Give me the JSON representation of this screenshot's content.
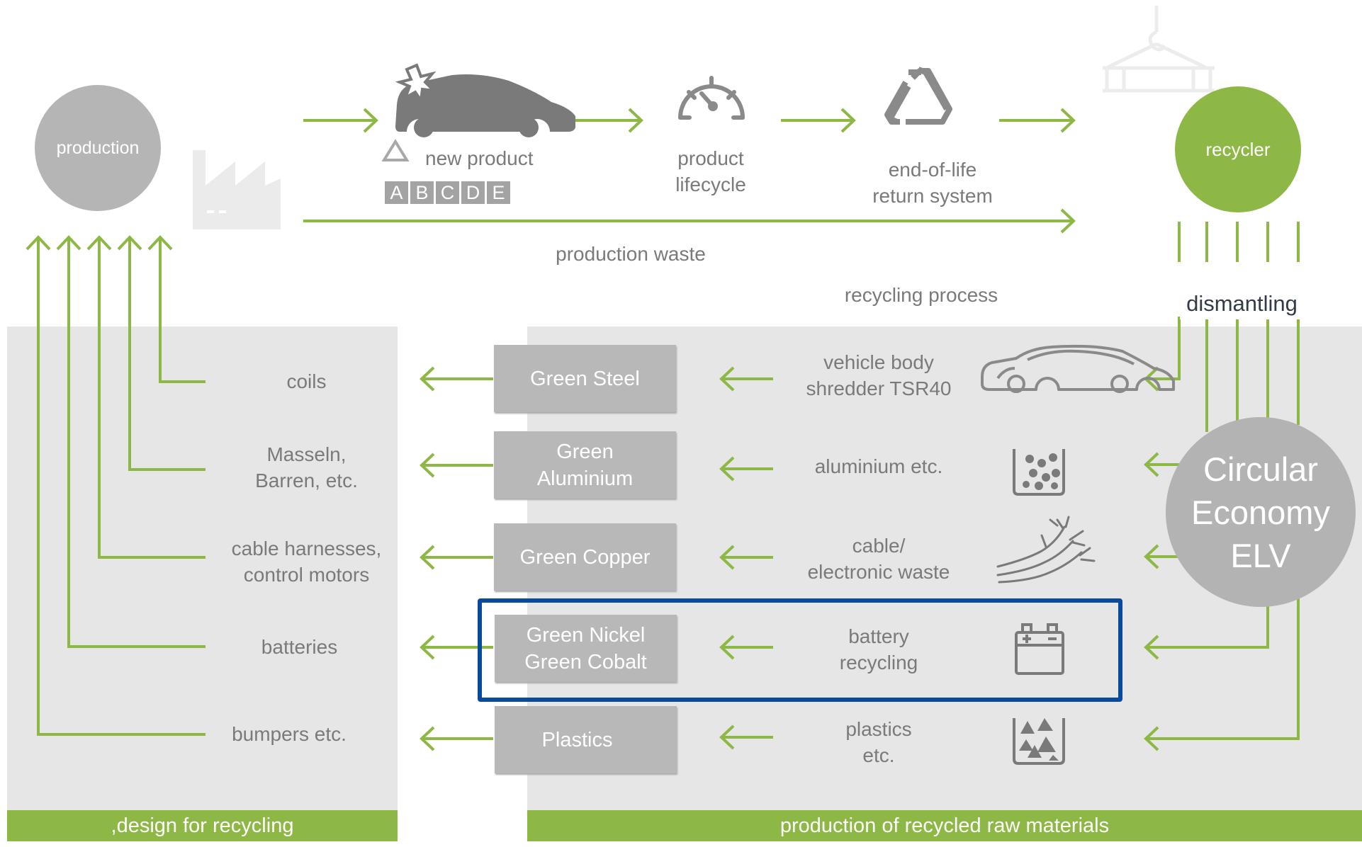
{
  "top_flow": {
    "production": "production",
    "new_product": "new product",
    "energy_rating_letters": [
      "A",
      "B",
      "C",
      "D",
      "E"
    ],
    "product_lifecycle": [
      "product",
      "lifecycle"
    ],
    "end_of_life": [
      "end-of-life",
      "return system"
    ],
    "recycler": "recycler",
    "production_waste": "production waste",
    "recycling_process": "recycling process",
    "dismantling": "dismantling"
  },
  "rows": [
    {
      "part": [
        "coils"
      ],
      "material": [
        "Green Steel"
      ],
      "process": [
        "vehicle body",
        "shredder TSR40"
      ],
      "icon": "car-body-icon"
    },
    {
      "part": [
        "Masseln,",
        "Barren, etc."
      ],
      "material": [
        "Green",
        "Aluminium"
      ],
      "process": [
        "aluminium etc."
      ],
      "icon": "granules-container-icon"
    },
    {
      "part": [
        "cable harnesses,",
        "control motors"
      ],
      "material": [
        "Green Copper"
      ],
      "process": [
        "cable/",
        "electronic waste"
      ],
      "icon": "cable-wires-icon"
    },
    {
      "part": [
        "batteries"
      ],
      "material": [
        "Green Nickel",
        "Green Cobalt"
      ],
      "process": [
        "battery",
        "recycling"
      ],
      "icon": "battery-icon"
    },
    {
      "part": [
        "bumpers etc."
      ],
      "material": [
        "Plastics"
      ],
      "process": [
        "plastics",
        "etc."
      ],
      "icon": "plastic-shards-icon"
    }
  ],
  "circular_economy": [
    "Circular",
    "Economy",
    "ELV"
  ],
  "bands": {
    "left": ",design for recycling",
    "right": "production of recycled raw materials"
  },
  "colors": {
    "green": "#8db845",
    "grey_panel": "#e6e6e6",
    "box_grey": "#b8b8b8",
    "highlight": "#0a4a9c"
  }
}
